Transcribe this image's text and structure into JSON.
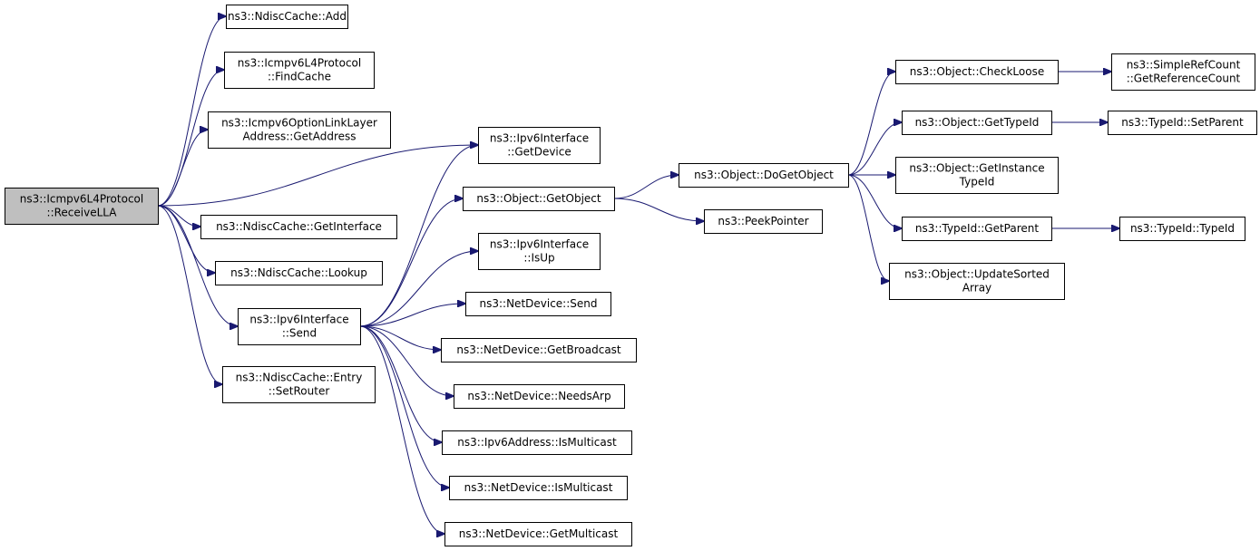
{
  "colors": {
    "edge": "#191970",
    "root_fill": "#bfbfbf",
    "node_fill": "#ffffff",
    "node_stroke": "#000000"
  },
  "nodes": [
    {
      "id": "receive_lla",
      "lines": [
        "ns3::Icmpv6L4Protocol",
        "::ReceiveLLA"
      ],
      "root": true
    },
    {
      "id": "ndisc_add",
      "lines": [
        "ns3::NdiscCache::Add"
      ]
    },
    {
      "id": "find_cache",
      "lines": [
        "ns3::Icmpv6L4Protocol",
        "::FindCache"
      ]
    },
    {
      "id": "get_address",
      "lines": [
        "ns3::Icmpv6OptionLinkLayer",
        "Address::GetAddress"
      ]
    },
    {
      "id": "ndisc_get_interface",
      "lines": [
        "ns3::NdiscCache::GetInterface"
      ]
    },
    {
      "id": "ndisc_lookup",
      "lines": [
        "ns3::NdiscCache::Lookup"
      ]
    },
    {
      "id": "ipv6if_send",
      "lines": [
        "ns3::Ipv6Interface",
        "::Send"
      ]
    },
    {
      "id": "set_router",
      "lines": [
        "ns3::NdiscCache::Entry",
        "::SetRouter"
      ]
    },
    {
      "id": "ipv6if_get_device",
      "lines": [
        "ns3::Ipv6Interface",
        "::GetDevice"
      ]
    },
    {
      "id": "obj_get_object",
      "lines": [
        "ns3::Object::GetObject"
      ]
    },
    {
      "id": "ipv6if_is_up",
      "lines": [
        "ns3::Ipv6Interface",
        "::IsUp"
      ]
    },
    {
      "id": "netdev_send",
      "lines": [
        "ns3::NetDevice::Send"
      ]
    },
    {
      "id": "netdev_get_broadcast",
      "lines": [
        "ns3::NetDevice::GetBroadcast"
      ]
    },
    {
      "id": "netdev_needs_arp",
      "lines": [
        "ns3::NetDevice::NeedsArp"
      ]
    },
    {
      "id": "ipv6addr_is_multicast",
      "lines": [
        "ns3::Ipv6Address::IsMulticast"
      ]
    },
    {
      "id": "netdev_is_multicast",
      "lines": [
        "ns3::NetDevice::IsMulticast"
      ]
    },
    {
      "id": "netdev_get_multicast",
      "lines": [
        "ns3::NetDevice::GetMulticast"
      ]
    },
    {
      "id": "obj_do_get_object",
      "lines": [
        "ns3::Object::DoGetObject"
      ]
    },
    {
      "id": "peek_pointer",
      "lines": [
        "ns3::PeekPointer"
      ]
    },
    {
      "id": "obj_check_loose",
      "lines": [
        "ns3::Object::CheckLoose"
      ]
    },
    {
      "id": "obj_get_type_id",
      "lines": [
        "ns3::Object::GetTypeId"
      ]
    },
    {
      "id": "obj_get_instance_type_id",
      "lines": [
        "ns3::Object::GetInstance",
        "TypeId"
      ]
    },
    {
      "id": "typeid_get_parent",
      "lines": [
        "ns3::TypeId::GetParent"
      ]
    },
    {
      "id": "obj_update_sorted_array",
      "lines": [
        "ns3::Object::UpdateSorted",
        "Array"
      ]
    },
    {
      "id": "get_reference_count",
      "lines": [
        "ns3::SimpleRefCount",
        "::GetReferenceCount"
      ]
    },
    {
      "id": "typeid_set_parent",
      "lines": [
        "ns3::TypeId::SetParent"
      ]
    },
    {
      "id": "typeid_typeid",
      "lines": [
        "ns3::TypeId::TypeId"
      ]
    }
  ],
  "edges": [
    [
      "receive_lla",
      "ndisc_add"
    ],
    [
      "receive_lla",
      "find_cache"
    ],
    [
      "receive_lla",
      "get_address"
    ],
    [
      "receive_lla",
      "ipv6if_get_device"
    ],
    [
      "receive_lla",
      "ndisc_get_interface"
    ],
    [
      "receive_lla",
      "ndisc_lookup"
    ],
    [
      "receive_lla",
      "ipv6if_send"
    ],
    [
      "receive_lla",
      "set_router"
    ],
    [
      "ipv6if_send",
      "ipv6if_get_device"
    ],
    [
      "ipv6if_send",
      "obj_get_object"
    ],
    [
      "ipv6if_send",
      "ipv6if_is_up"
    ],
    [
      "ipv6if_send",
      "netdev_send"
    ],
    [
      "ipv6if_send",
      "netdev_get_broadcast"
    ],
    [
      "ipv6if_send",
      "netdev_needs_arp"
    ],
    [
      "ipv6if_send",
      "ipv6addr_is_multicast"
    ],
    [
      "ipv6if_send",
      "netdev_is_multicast"
    ],
    [
      "ipv6if_send",
      "netdev_get_multicast"
    ],
    [
      "obj_get_object",
      "obj_do_get_object"
    ],
    [
      "obj_get_object",
      "peek_pointer"
    ],
    [
      "obj_do_get_object",
      "obj_check_loose"
    ],
    [
      "obj_do_get_object",
      "obj_get_type_id"
    ],
    [
      "obj_do_get_object",
      "obj_get_instance_type_id"
    ],
    [
      "obj_do_get_object",
      "typeid_get_parent"
    ],
    [
      "obj_do_get_object",
      "obj_update_sorted_array"
    ],
    [
      "obj_check_loose",
      "get_reference_count"
    ],
    [
      "obj_get_type_id",
      "typeid_set_parent"
    ],
    [
      "typeid_get_parent",
      "typeid_typeid"
    ]
  ]
}
